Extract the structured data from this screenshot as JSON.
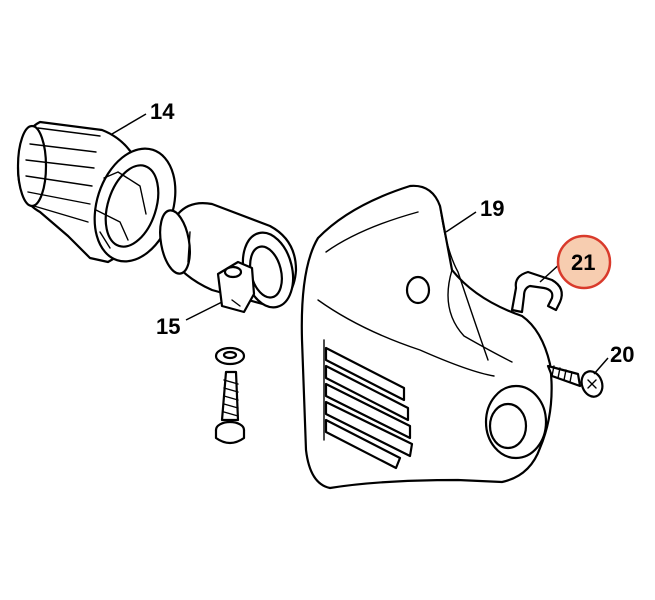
{
  "diagram": {
    "labels": [
      {
        "id": "part-14",
        "text": "14",
        "highlighted": false
      },
      {
        "id": "part-15",
        "text": "15",
        "highlighted": false
      },
      {
        "id": "part-19",
        "text": "19",
        "highlighted": false
      },
      {
        "id": "part-20",
        "text": "20",
        "highlighted": false
      },
      {
        "id": "part-21",
        "text": "21",
        "highlighted": true
      }
    ],
    "colors": {
      "line": "#000000",
      "background": "#ffffff",
      "highlight_fill": "#f7cdb0",
      "highlight_stroke": "#d93a2b"
    }
  }
}
